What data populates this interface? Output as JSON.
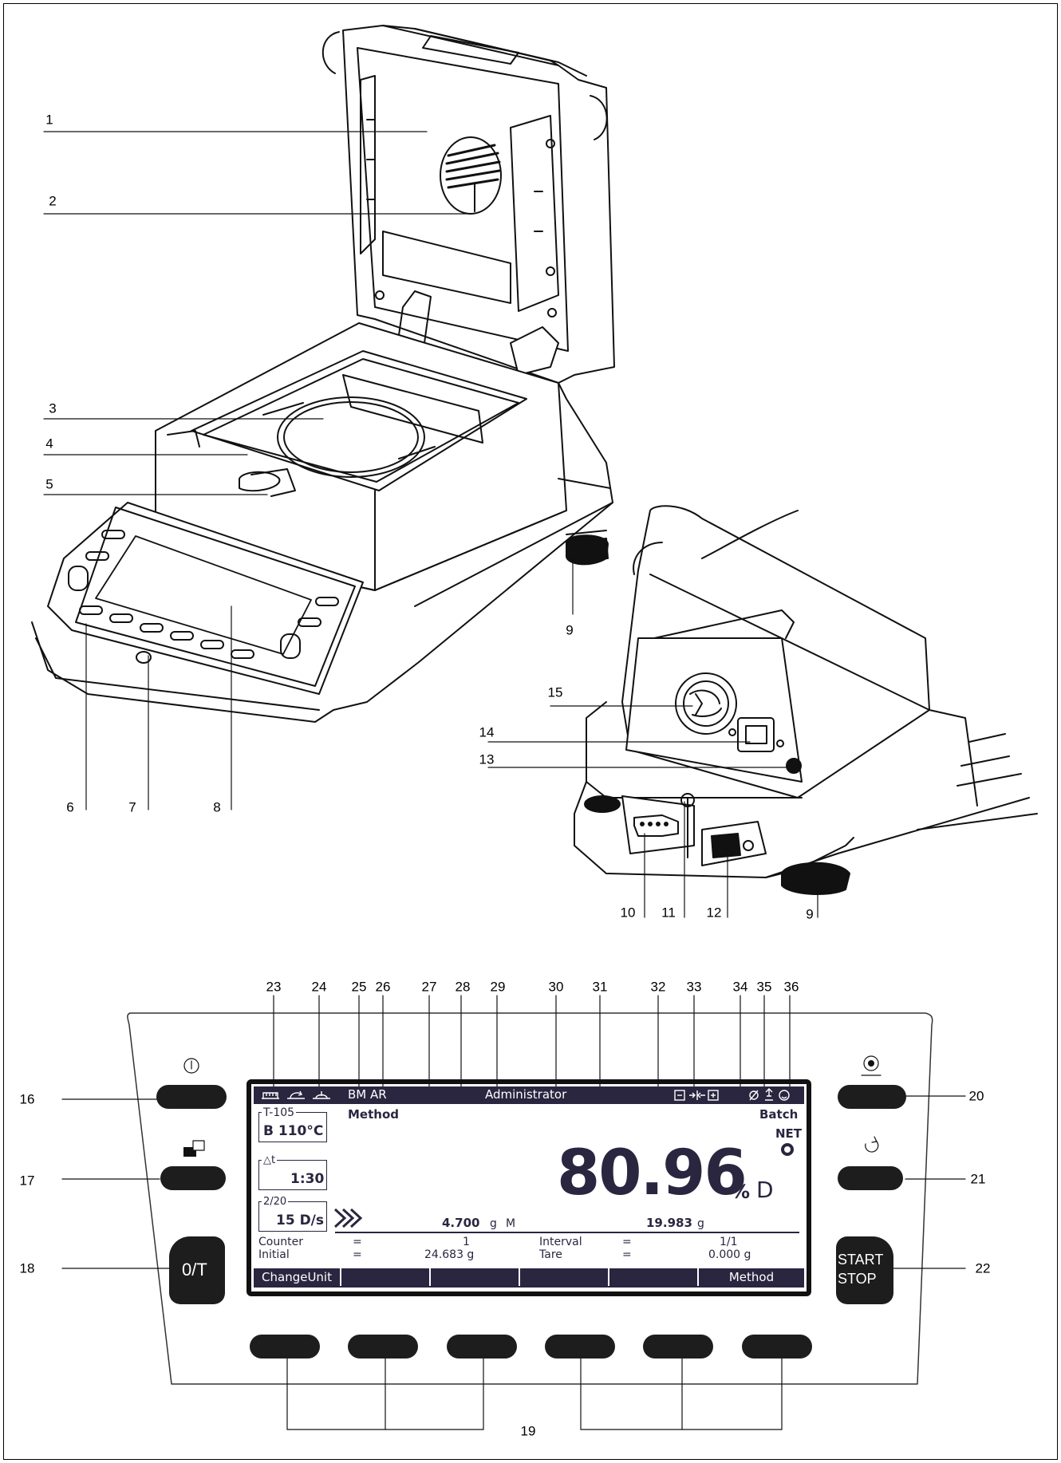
{
  "callouts": {
    "c1": "1",
    "c2": "2",
    "c3": "3",
    "c4": "4",
    "c5": "5",
    "c6": "6",
    "c7": "7",
    "c8": "8",
    "c9a": "9",
    "c9b": "9",
    "c10": "10",
    "c11": "11",
    "c12": "12",
    "c13": "13",
    "c14": "14",
    "c15": "15",
    "c16": "16",
    "c17": "17",
    "c18": "18",
    "c19": "19",
    "c20": "20",
    "c21": "21",
    "c22": "22",
    "c23": "23",
    "c24": "24",
    "c25": "25",
    "c26": "26",
    "c27": "27",
    "c28": "28",
    "c29": "29",
    "c30": "30",
    "c31": "31",
    "c32": "32",
    "c33": "33",
    "c34": "34",
    "c35": "35",
    "c36": "36"
  },
  "keys": {
    "tare": "0/T",
    "start": "START",
    "stop": "STOP"
  },
  "lcd": {
    "mode": "BM AR",
    "user": "Administrator",
    "method": "Method",
    "batch": "Batch",
    "net": "NET",
    "program": "T-105",
    "temperature": "B 110°C",
    "delta_t": "△t",
    "interval_time": "1:30",
    "step": "2/20",
    "rate": "15 D/s",
    "main_value": "80.96",
    "main_unit": "%",
    "main_mode": "D",
    "weight": "4.700",
    "weight_unit": "g",
    "weight_flag": "M",
    "weight2": "19.983",
    "weight2_unit": "g",
    "rows": [
      {
        "label": "Counter",
        "eq": "=",
        "value": "1",
        "label2": "Interval",
        "eq2": "=",
        "value2": "1/1"
      },
      {
        "label": "Initial",
        "eq": "=",
        "value": "24.683 g",
        "label2": "Tare",
        "eq2": "=",
        "value2": "0.000 g"
      }
    ],
    "softkeys": [
      "ChangeUnit",
      "",
      "",
      "",
      "",
      "Method"
    ]
  },
  "icons": {
    "power": "power-icon",
    "window": "window-switch-icon",
    "print": "print-icon",
    "refresh": "refresh-icon"
  },
  "colors": {
    "lcd_ink": "#2a2640",
    "button": "#1d1d1d"
  }
}
